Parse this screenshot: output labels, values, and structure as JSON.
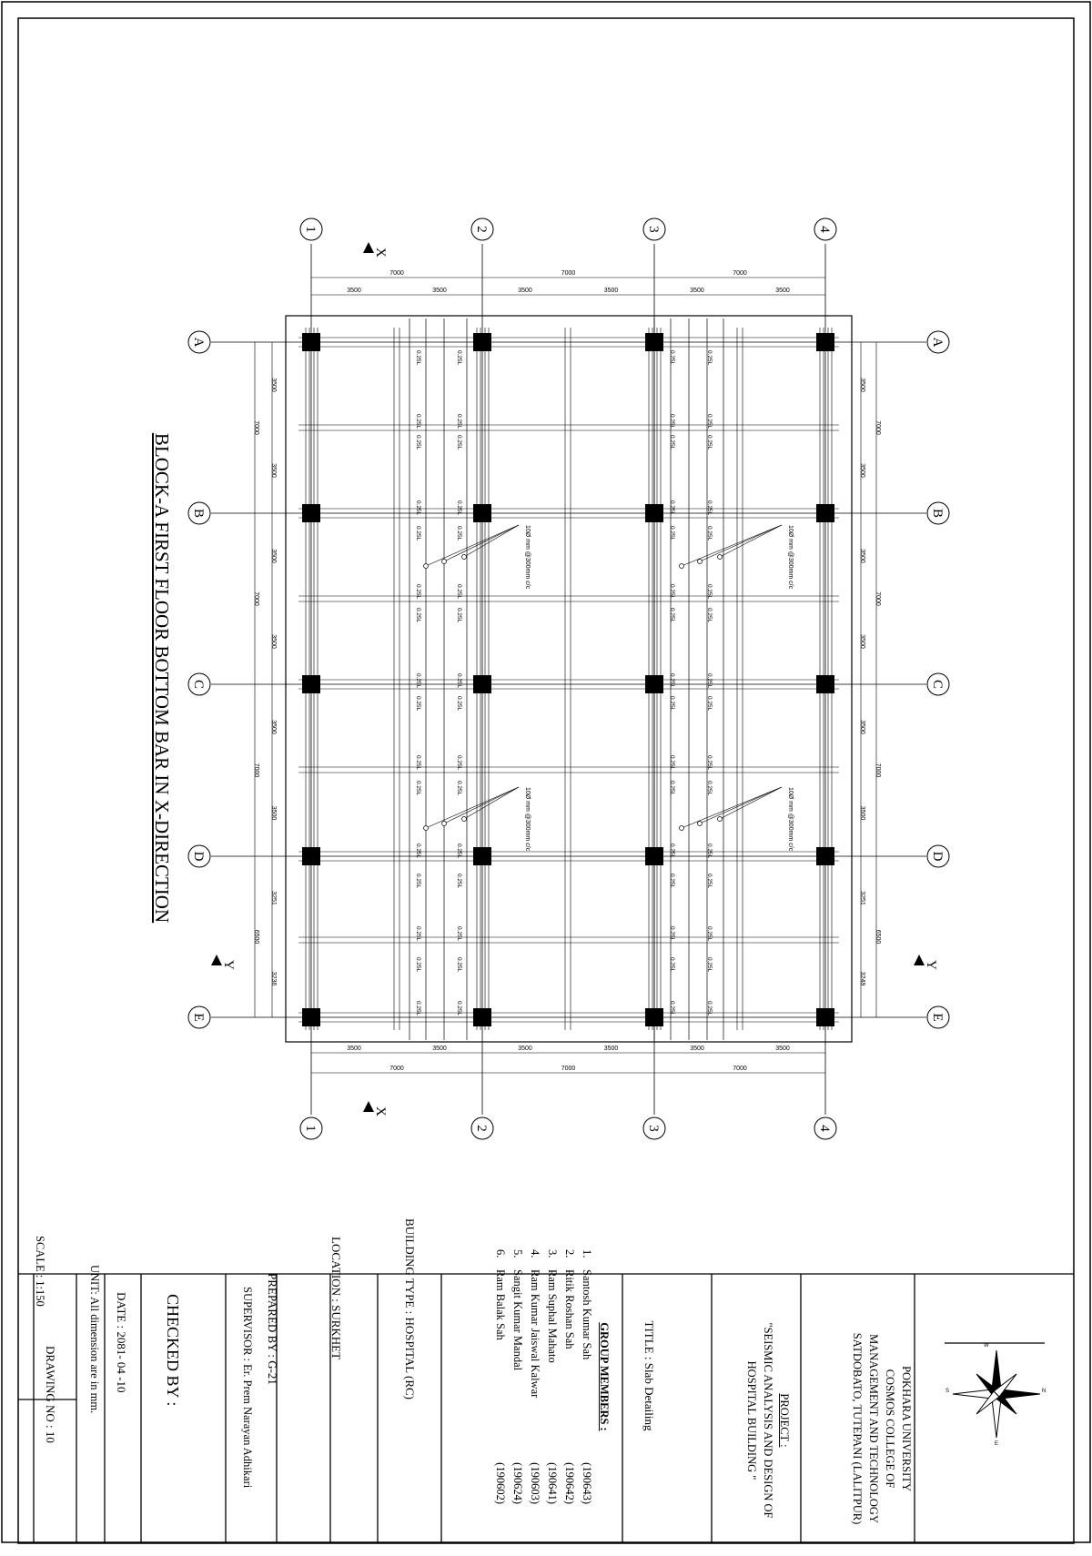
{
  "drawing": {
    "title": "BLOCK-A FIRST FLOOR BOTTOM BAR  IN X-DIRECTION",
    "grid_numbers": [
      "1",
      "2",
      "3",
      "4"
    ],
    "grid_letters": [
      "A",
      "B",
      "C",
      "D",
      "E"
    ],
    "section_markers": [
      "X",
      "X",
      "Y",
      "Y"
    ],
    "dims_numbered_full": [
      "7000",
      "7000",
      "7000"
    ],
    "dims_numbered_half": [
      "3500",
      "3500",
      "3500",
      "3500",
      "3500",
      "3500"
    ],
    "dims_letter_full": [
      "7000",
      "7000",
      "7000",
      "6500"
    ],
    "dims_letter_half_left": [
      "3500",
      "3500",
      "3500",
      "3500",
      "3500",
      "3500",
      "3251",
      "3236"
    ],
    "dims_letter_half_right": [
      "3500",
      "3500",
      "3500",
      "3500",
      "3500",
      "3500",
      "3251",
      "3249"
    ],
    "bar_label": "0.25L",
    "rebar_note": "10Ø mm @300mm c/c"
  },
  "title_block": {
    "university": "POKHARA UNIVERSITY",
    "college": "COSMOS COLLEGE OF",
    "college2": "MANAGEMENT AND TECHNOLOGY",
    "address": "SATDOBATO, TUTEPANI (LALITPUR)",
    "project_label": "PROJECT :",
    "project_line1": "\"SEISMIC ANALYSIS AND DESIGN OF",
    "project_line2": "HOSPITAL  BUILDING \"",
    "title": "TITLE : Slab  Detailing",
    "members_heading": "GROUP MEMBERS :",
    "members": [
      {
        "no": "1.",
        "name": "Santosh  Kumar  Sah",
        "id": "(190643)"
      },
      {
        "no": "2.",
        "name": "Ritik Roshan Sah",
        "id": "(190642)"
      },
      {
        "no": "3.",
        "name": "Ram Suphal Mahato",
        "id": "(190641)"
      },
      {
        "no": "4.",
        "name": "Ram Kumar Jaiswal Kalwar",
        "id": "(190603)"
      },
      {
        "no": "5.",
        "name": "Sangit Kumar Mandal",
        "id": "(190624)"
      },
      {
        "no": "6.",
        "name": "Ram Balak Sah",
        "id": "(190602)"
      }
    ],
    "building_type": "BUILDING TYPE : HOSPITAL (RC)",
    "location": "LOCATION : SURKHET",
    "prepared_by": "PREPARED BY : G-21",
    "supervisor": "SUPERVISOR : Er. Prem Narayan Adhikari",
    "checked_by": "CHECKED   BY :",
    "date": "DATE : 2081- 04 -10",
    "unit": "UNIT: All dimension are in mm.",
    "scale": "SCALE : 1:150",
    "drawing_no": "DRAWING NO : 10",
    "compass": [
      "W",
      "N",
      "S",
      "E"
    ]
  }
}
